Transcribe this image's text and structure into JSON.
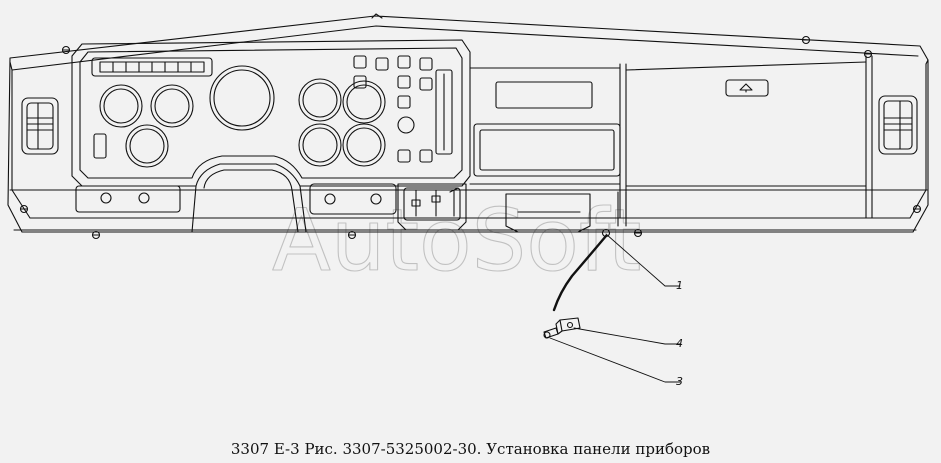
{
  "caption": "3307 E-3 Рис. 3307-5325002-30. Установка панели приборов",
  "watermark": "AutoSoft",
  "callouts": [
    "1",
    "4",
    "3"
  ],
  "colors": {
    "line": "#111111",
    "background": "#f2f2f2",
    "watermark": "#9a9a9a"
  }
}
